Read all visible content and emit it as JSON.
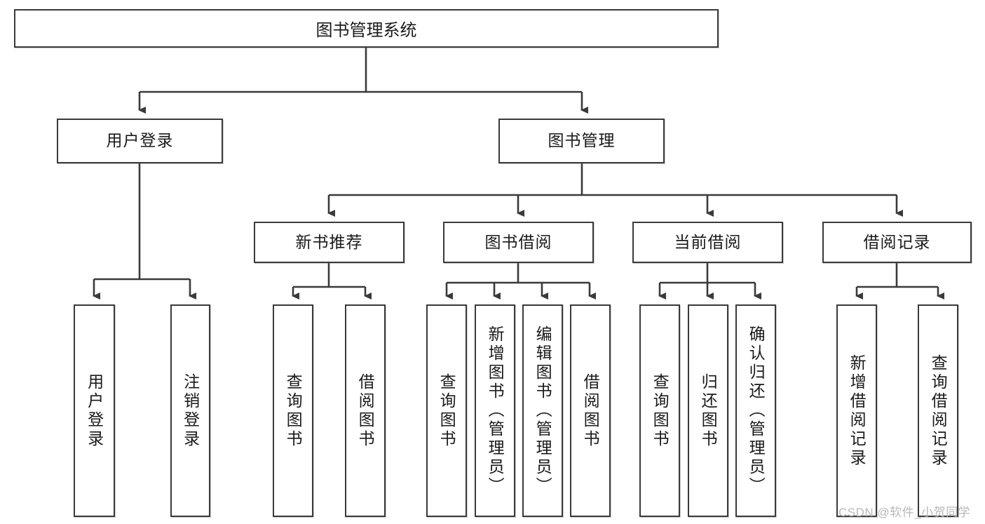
{
  "diagram": {
    "title": "图书管理系统",
    "type": "tree-hierarchy",
    "stroke_color": "#3a3a3a",
    "fill_color": "#ffffff",
    "text_color": "#1a1a1a"
  },
  "nodes": {
    "root": {
      "label": "图书管理系统"
    },
    "level2": [
      {
        "label": "用户登录"
      },
      {
        "label": "图书管理"
      }
    ],
    "level3": [
      {
        "label": "新书推荐"
      },
      {
        "label": "图书借阅"
      },
      {
        "label": "当前借阅"
      },
      {
        "label": "借阅记录"
      }
    ],
    "leaves_user_login": [
      {
        "label": "用户登录"
      },
      {
        "label": "注销登录"
      }
    ],
    "leaves_new_books": [
      {
        "label": "查询图书"
      },
      {
        "label": "借阅图书"
      }
    ],
    "leaves_borrow": [
      {
        "label": "查询图书"
      },
      {
        "label": "新增图书（管理员）"
      },
      {
        "label": "编辑图书（管理员）"
      },
      {
        "label": "借阅图书"
      }
    ],
    "leaves_current": [
      {
        "label": "查询图书"
      },
      {
        "label": "归还图书"
      },
      {
        "label": "确认归还（管理员）"
      }
    ],
    "leaves_records": [
      {
        "label": "新增借阅记录"
      },
      {
        "label": "查询借阅记录"
      }
    ]
  },
  "watermark": {
    "text": "CSDN @软件_小贺同学"
  }
}
